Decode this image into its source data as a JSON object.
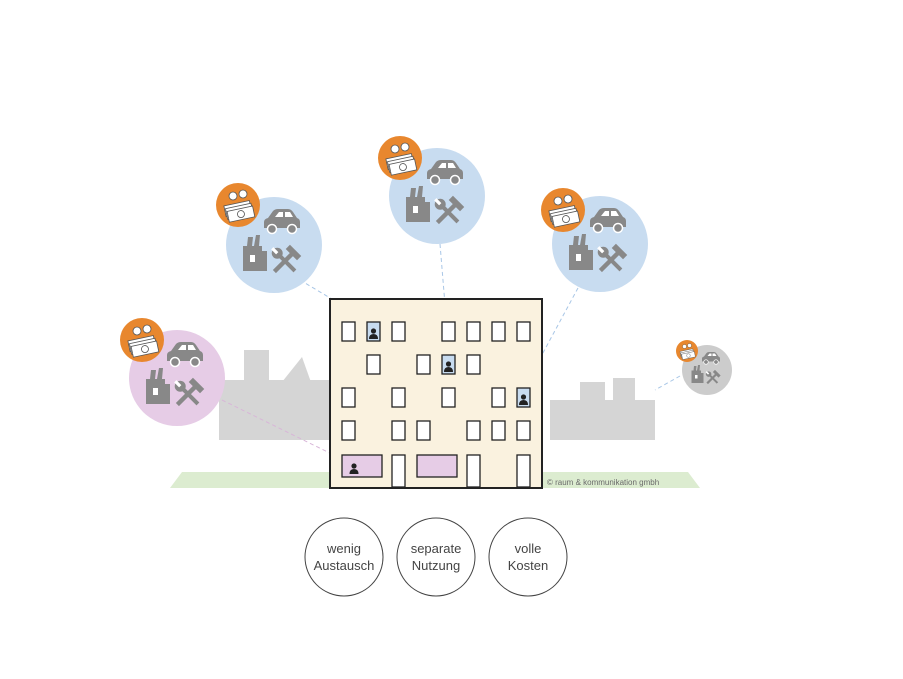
{
  "copyright": "© raum & kommunikation gmbh",
  "labels": [
    {
      "line1": "wenig",
      "line2": "Austausch"
    },
    {
      "line1": "separate",
      "line2": "Nutzung"
    },
    {
      "line1": "volle",
      "line2": "Kosten"
    }
  ],
  "colors": {
    "building_fill": "#faf2df",
    "ground": "#dcecd0",
    "city_gray": "#d5d5d5",
    "bubble_blue": "#c8dcf0",
    "bubble_pink": "#e6cce6",
    "bubble_gray": "#cccccc",
    "badge_orange": "#e8872e",
    "icon_gray": "#888888",
    "window_blue": "#c8dcf0",
    "window_pink": "#e6cce6"
  },
  "icons": {
    "badge": "money-euro-coins-icon",
    "car": "car-icon",
    "groceries": "shopping-bag-icon",
    "tools": "hammer-wrench-icon",
    "person": "person-icon"
  }
}
